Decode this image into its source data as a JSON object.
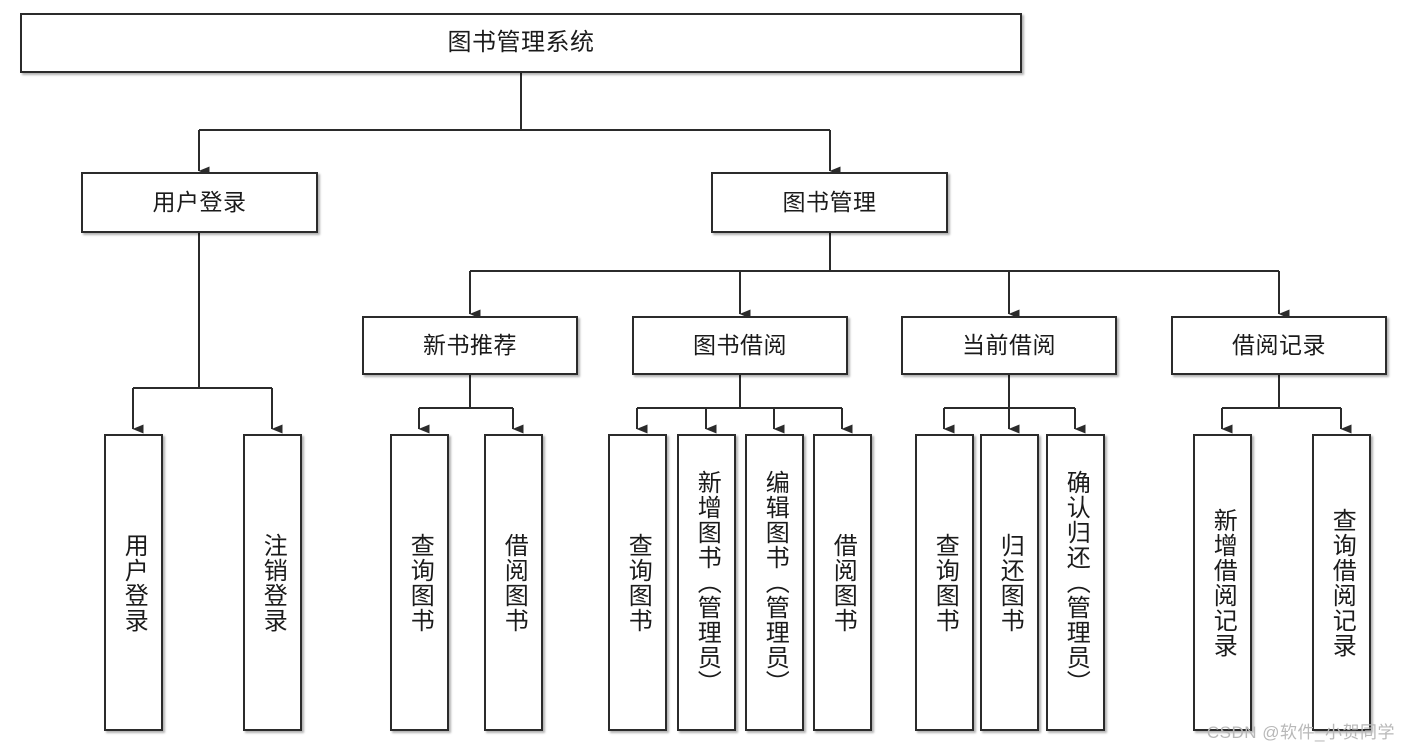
{
  "diagram": {
    "type": "tree-hierarchy-chart",
    "title": "图书管理系统",
    "arrow_style": "filled-triangle",
    "colors": {
      "box_border": "#2b2b2b",
      "box_fill": "#ffffff",
      "connector": "#2b2b2b",
      "text": "#1b1b1b",
      "watermark": "#b8b8b8",
      "background": "#ffffff"
    },
    "levels": {
      "level1": [
        {
          "id": "root",
          "label": "图书管理系统",
          "orientation": "horizontal"
        }
      ],
      "level2": [
        {
          "id": "user-login",
          "label": "用户登录",
          "orientation": "horizontal"
        },
        {
          "id": "book-management",
          "label": "图书管理",
          "orientation": "horizontal"
        }
      ],
      "level3": [
        {
          "id": "new-book-recommend",
          "label": "新书推荐",
          "orientation": "horizontal"
        },
        {
          "id": "book-borrow",
          "label": "图书借阅",
          "orientation": "horizontal"
        },
        {
          "id": "current-borrow",
          "label": "当前借阅",
          "orientation": "horizontal"
        },
        {
          "id": "borrow-record",
          "label": "借阅记录",
          "orientation": "horizontal"
        }
      ],
      "level4": [
        {
          "id": "leaf-user-login",
          "label": "用户登录",
          "orientation": "vertical",
          "parent": "user-login"
        },
        {
          "id": "leaf-logout-login",
          "label": "注销登录",
          "orientation": "vertical",
          "parent": "user-login"
        },
        {
          "id": "leaf-query-book-1",
          "label": "查询图书",
          "orientation": "vertical",
          "parent": "new-book-recommend"
        },
        {
          "id": "leaf-borrow-book-1",
          "label": "借阅图书",
          "orientation": "vertical",
          "parent": "new-book-recommend"
        },
        {
          "id": "leaf-query-book-2",
          "label": "查询图书",
          "orientation": "vertical",
          "parent": "book-borrow"
        },
        {
          "id": "leaf-add-book-admin",
          "label": "新增图书（管理员）",
          "orientation": "vertical",
          "parent": "book-borrow"
        },
        {
          "id": "leaf-edit-book-admin",
          "label": "编辑图书（管理员）",
          "orientation": "vertical",
          "parent": "book-borrow"
        },
        {
          "id": "leaf-borrow-book-2",
          "label": "借阅图书",
          "orientation": "vertical",
          "parent": "book-borrow"
        },
        {
          "id": "leaf-query-book-3",
          "label": "查询图书",
          "orientation": "vertical",
          "parent": "current-borrow"
        },
        {
          "id": "leaf-return-book",
          "label": "归还图书",
          "orientation": "vertical",
          "parent": "current-borrow"
        },
        {
          "id": "leaf-confirm-return-admin",
          "label": "确认归还（管理员）",
          "orientation": "vertical",
          "parent": "current-borrow"
        },
        {
          "id": "leaf-add-borrow-record",
          "label": "新增借阅记录",
          "orientation": "vertical",
          "parent": "borrow-record"
        },
        {
          "id": "leaf-query-borrow-record",
          "label": "查询借阅记录",
          "orientation": "vertical",
          "parent": "borrow-record"
        }
      ]
    },
    "watermark": "CSDN @软件_小贺同学"
  }
}
